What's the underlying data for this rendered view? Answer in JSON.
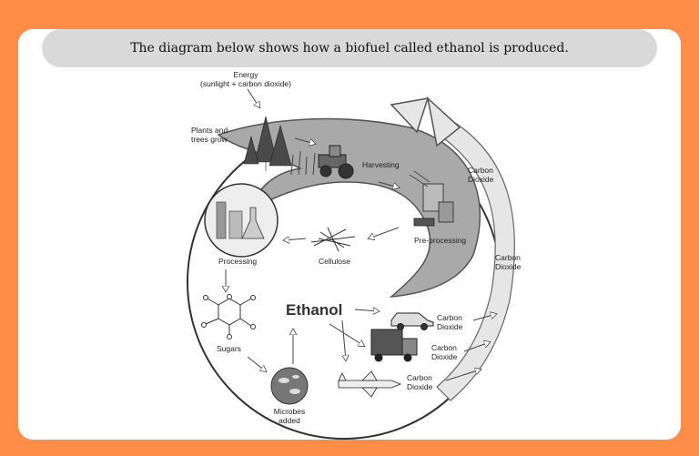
{
  "header": {
    "title": "The diagram below shows how a biofuel called ethanol is produced."
  },
  "diagram": {
    "energy": [
      "Energy",
      "(sunlight + carbon dioxide)"
    ],
    "plants": [
      "Plants and",
      "trees grow"
    ],
    "harvesting": "Harvesting",
    "preprocessing": "Pre-processing",
    "cellulose": "Cellulose",
    "processing": "Processing",
    "sugars": "Sugars",
    "microbes": [
      "Microbes",
      "added"
    ],
    "ethanol": "Ethanol",
    "co2_top": [
      "Carbon",
      "Dioxide"
    ],
    "co2_right": [
      "Carbon",
      "Dioxide"
    ],
    "co2_car": [
      "Carbon",
      "Dioxide"
    ],
    "co2_truck": [
      "Carbon",
      "Dioxide"
    ],
    "co2_plane": [
      "Carbon",
      "Dioxide"
    ]
  }
}
